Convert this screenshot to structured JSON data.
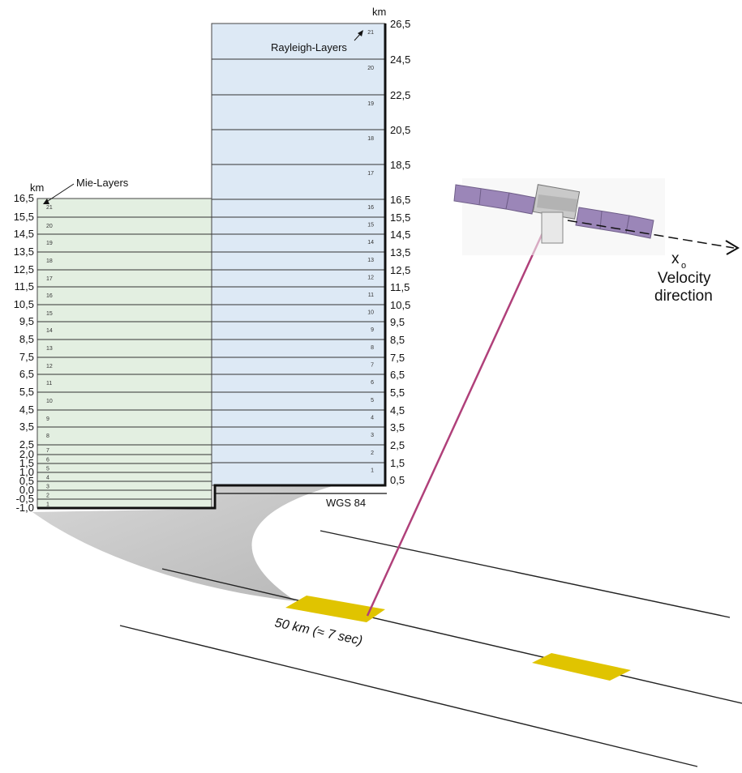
{
  "rayleigh": {
    "title": "Rayleigh-Layers",
    "unit": "km",
    "altitudes": [
      "26,5",
      "24,5",
      "22,5",
      "20,5",
      "18,5",
      "16,5",
      "15,5",
      "14,5",
      "13,5",
      "12,5",
      "11,5",
      "10,5",
      "9,5",
      "8,5",
      "7,5",
      "6,5",
      "5,5",
      "4,5",
      "3,5",
      "2,5",
      "1,5",
      "0,5"
    ],
    "layer_numbers": [
      "21",
      "20",
      "19",
      "18",
      "17",
      "16",
      "15",
      "14",
      "13",
      "12",
      "11",
      "10",
      "9",
      "8",
      "7",
      "6",
      "5",
      "4",
      "3",
      "2",
      "1"
    ]
  },
  "mie": {
    "title": "Mie-Layers",
    "unit": "km",
    "altitudes": [
      "16,5",
      "15,5",
      "14,5",
      "13,5",
      "12,5",
      "11,5",
      "10,5",
      "9,5",
      "8,5",
      "7,5",
      "6,5",
      "5,5",
      "4,5",
      "3,5",
      "2,5",
      "2,0",
      "1,5",
      "1,0",
      "0,5",
      "0,0",
      "-0,5",
      "-1,0"
    ],
    "layer_numbers": [
      "21",
      "20",
      "19",
      "18",
      "17",
      "16",
      "15",
      "14",
      "13",
      "12",
      "11",
      "10",
      "9",
      "8",
      "7",
      "6",
      "5",
      "4",
      "3",
      "2",
      "1"
    ]
  },
  "reference_label": "WGS 84",
  "footprint_label": "50 km (≈ 7 sec)",
  "velocity": {
    "symbol": "x",
    "subscript": "o",
    "line1": "Velocity",
    "line2": "direction"
  },
  "colors": {
    "rayleigh_fill": "#dde9f5",
    "mie_fill": "#e3efe1",
    "laser_beam": "#b0407a",
    "footprint": "#e0c400",
    "solar_panel": "#9b86b8"
  },
  "icons": [
    "satellite-icon"
  ]
}
